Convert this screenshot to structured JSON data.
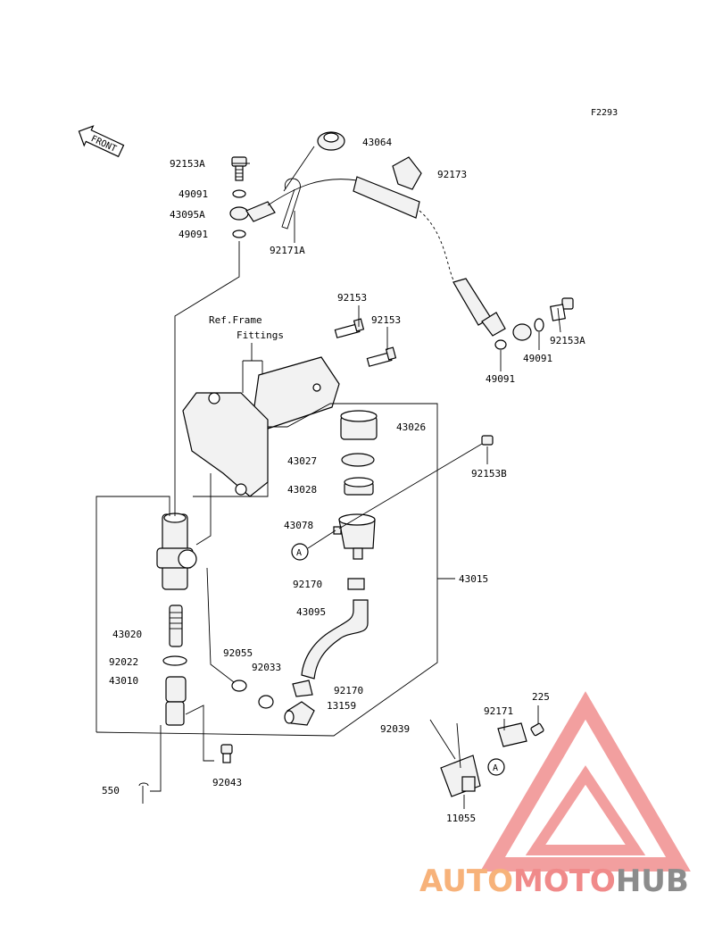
{
  "figure_code": "F2293",
  "front_label": "FRONT",
  "ref_frame_line1": "Ref.Frame",
  "ref_frame_line2": "Fittings",
  "callout_letter": "A",
  "parts": {
    "p92153A_top": "92153A",
    "p49091_top1": "49091",
    "p43095A": "43095A",
    "p49091_top2": "49091",
    "p92171A": "92171A",
    "p43064": "43064",
    "p92173": "92173",
    "p92153A_right": "92153A",
    "p49091_right1": "49091",
    "p49091_right2": "49091",
    "p92153_a": "92153",
    "p92153_b": "92153",
    "p43026": "43026",
    "p43027": "43027",
    "p92153B": "92153B",
    "p43028": "43028",
    "p43078": "43078",
    "p92170_a": "92170",
    "p43015": "43015",
    "p43095": "43095",
    "p43020": "43020",
    "p92055": "92055",
    "p92033": "92033",
    "p92022": "92022",
    "p43010": "43010",
    "p92170_b": "92170",
    "p13159": "13159",
    "p225": "225",
    "p92171": "92171",
    "p92039": "92039",
    "p92043": "92043",
    "p550": "550",
    "p11055": "11055"
  },
  "watermark": {
    "part1": "AUTO",
    "part2": "MOTO",
    "part3": "HUB",
    "color1": "#f7b27a",
    "color2": "#f08a8a",
    "color3": "#8c8c8c",
    "logo_color": "#f08f8f"
  }
}
